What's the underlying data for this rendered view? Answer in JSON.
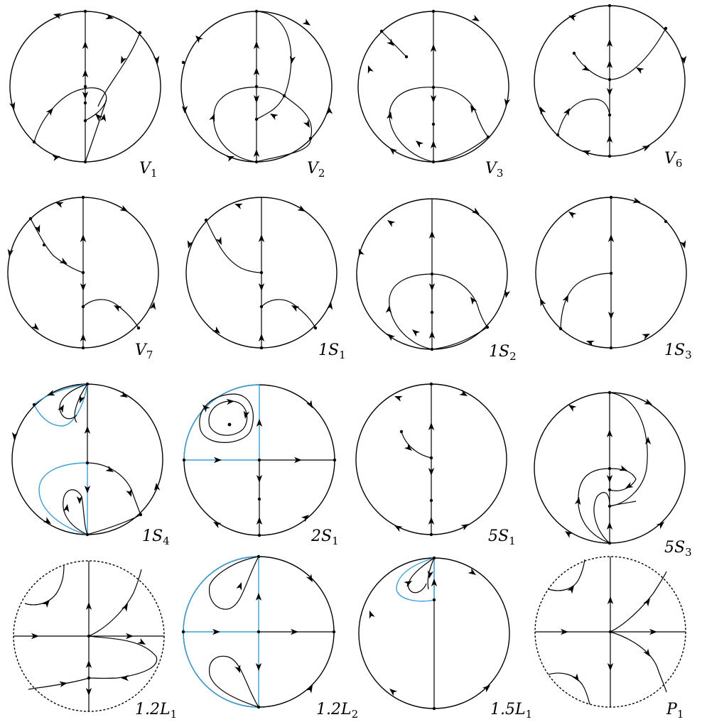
{
  "panels": [
    {
      "id": "V1",
      "label": "V",
      "sub": "1"
    },
    {
      "id": "V2",
      "label": "V",
      "sub": "2"
    },
    {
      "id": "V3",
      "label": "V",
      "sub": "3"
    },
    {
      "id": "V6",
      "label": "V",
      "sub": "6"
    },
    {
      "id": "V7",
      "label": "V",
      "sub": "7"
    },
    {
      "id": "1S1",
      "label": "1S",
      "sub": "1"
    },
    {
      "id": "1S2",
      "label": "1S",
      "sub": "2"
    },
    {
      "id": "1S3",
      "label": "1S",
      "sub": "3"
    },
    {
      "id": "1S4",
      "label": "1S",
      "sub": "4"
    },
    {
      "id": "2S1",
      "label": "2S",
      "sub": "1"
    },
    {
      "id": "5S1",
      "label": "5S",
      "sub": "1"
    },
    {
      "id": "5S3",
      "label": "5S",
      "sub": "3"
    },
    {
      "id": "1.2L1",
      "label": "1.2L",
      "sub": "1"
    },
    {
      "id": "1.2L2",
      "label": "1.2L",
      "sub": "2"
    },
    {
      "id": "1.5L1",
      "label": "1.5L",
      "sub": "1"
    },
    {
      "id": "P1",
      "label": "P",
      "sub": "1"
    }
  ],
  "colors": {
    "stroke": "#000000",
    "separatrix_blue": "#3a9fd6",
    "background": "#ffffff"
  }
}
